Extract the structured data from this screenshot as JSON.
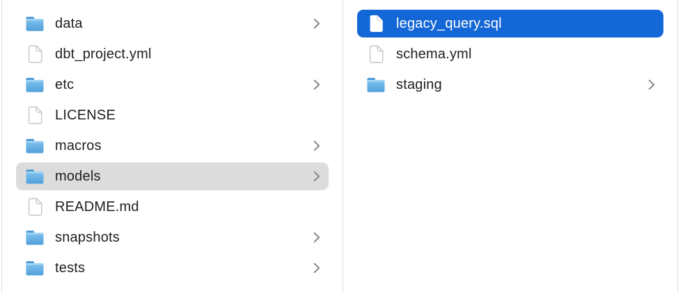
{
  "colors": {
    "background": "#ffffff",
    "divider": "#e1e1e1",
    "text": "#1e1e1e",
    "text_selected": "#ffffff",
    "selection_blue": "#1467d6",
    "selection_gray": "#dcdcdc",
    "chevron": "#868686",
    "folder_tab": "#4694d0",
    "folder_body_top": "#82c3ef",
    "folder_body_bottom": "#509fdb",
    "folder_highlight": "#a9d8f6",
    "file_border": "#c6c6c6",
    "file_fill": "#ffffff",
    "file_fold_selected": "#d4d4d4"
  },
  "columns": [
    {
      "name": "left-column",
      "items": [
        {
          "label": "data",
          "icon": "folder-icon",
          "has_chevron": true,
          "selected": false
        },
        {
          "label": "dbt_project.yml",
          "icon": "document-icon",
          "has_chevron": false,
          "selected": false
        },
        {
          "label": "etc",
          "icon": "folder-icon",
          "has_chevron": true,
          "selected": false
        },
        {
          "label": "LICENSE",
          "icon": "document-icon",
          "has_chevron": false,
          "selected": false
        },
        {
          "label": "macros",
          "icon": "folder-icon",
          "has_chevron": true,
          "selected": false
        },
        {
          "label": "models",
          "icon": "folder-icon",
          "has_chevron": true,
          "selected": true,
          "selection_style": "inactive"
        },
        {
          "label": "README.md",
          "icon": "document-icon",
          "has_chevron": false,
          "selected": false
        },
        {
          "label": "snapshots",
          "icon": "folder-icon",
          "has_chevron": true,
          "selected": false
        },
        {
          "label": "tests",
          "icon": "folder-icon",
          "has_chevron": true,
          "selected": false
        }
      ]
    },
    {
      "name": "right-column",
      "items": [
        {
          "label": "legacy_query.sql",
          "icon": "document-icon",
          "has_chevron": false,
          "selected": true,
          "selection_style": "active"
        },
        {
          "label": "schema.yml",
          "icon": "document-icon",
          "has_chevron": false,
          "selected": false
        },
        {
          "label": "staging",
          "icon": "folder-icon",
          "has_chevron": true,
          "selected": false
        }
      ]
    }
  ]
}
